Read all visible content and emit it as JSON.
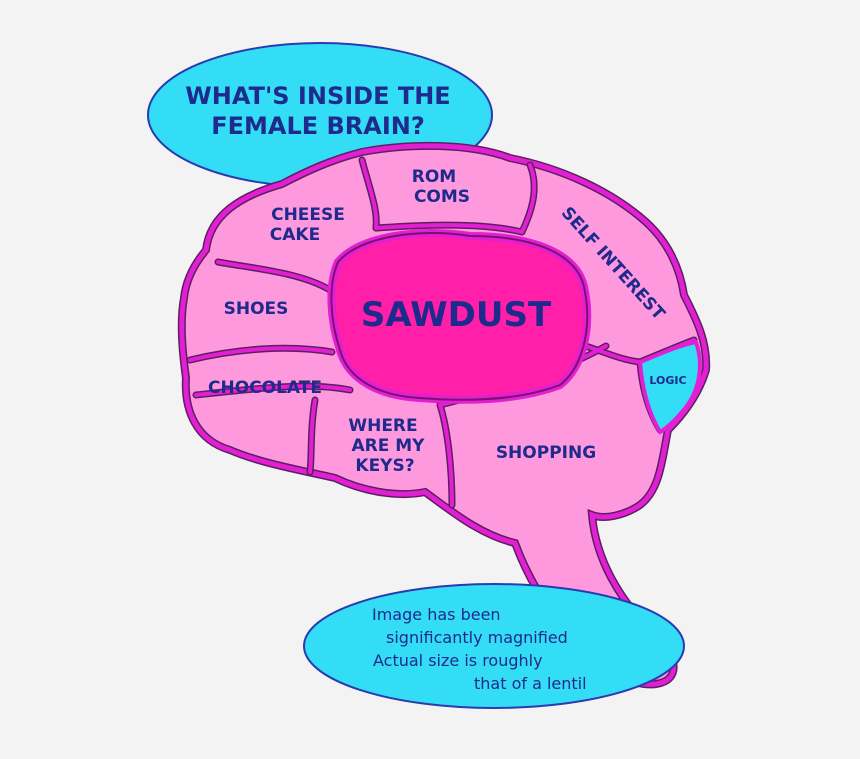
{
  "title": {
    "line1": "WHAT'S INSIDE THE",
    "line2": "FEMALE BRAIN?"
  },
  "regions": {
    "rom_coms": [
      "ROM",
      "COMS"
    ],
    "cheese_cake": [
      "CHEESE",
      "CAKE"
    ],
    "self_interest": "SELF INTEREST",
    "shoes": "SHOES",
    "sawdust": "SAWDUST",
    "logic": "LOGIC",
    "chocolate": "CHOCOLATE",
    "where_are_my_keys": [
      "WHERE",
      "ARE MY",
      "KEYS?"
    ],
    "shopping": "SHOPPING"
  },
  "note": {
    "line1": "Image has been",
    "line2": "significantly magnified",
    "line3": "Actual size is roughly",
    "line4": "that of a lentil"
  },
  "colors": {
    "background": "#f3f3f3",
    "bubble_fill": "#33ddf5",
    "bubble_stroke": "#2a3ab0",
    "brain_fill": "#ff99dd",
    "brain_stroke": "#e21fd2",
    "outline_dark": "#5a2060",
    "sawdust_fill": "#ff1fa8",
    "logic_fill": "#33ddf5",
    "text": "#1e2a8c"
  }
}
